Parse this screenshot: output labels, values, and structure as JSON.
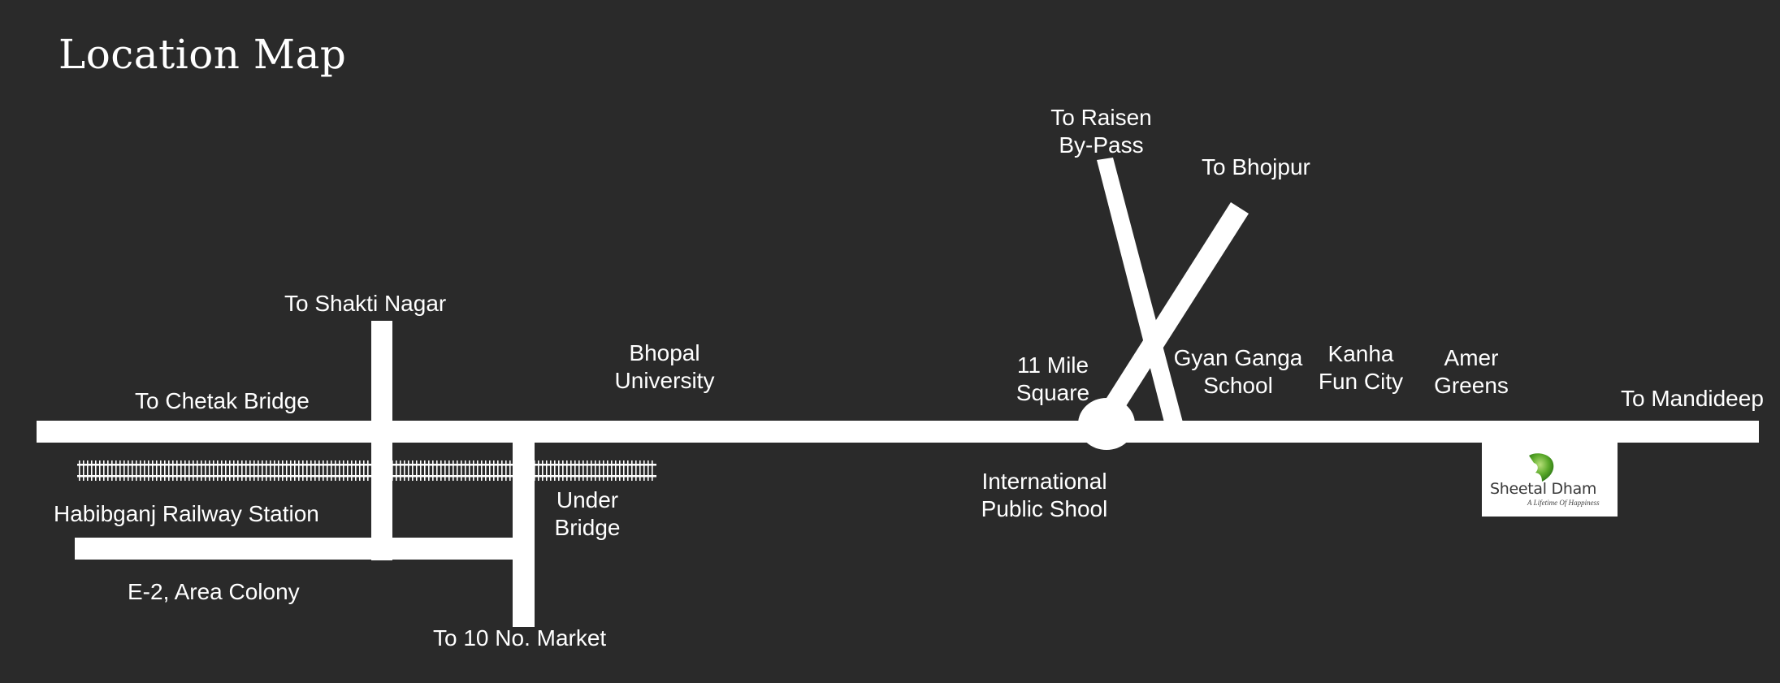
{
  "title": "Location Map",
  "colors": {
    "background": "#2a2a2a",
    "road": "#ffffff",
    "label": "#ffffff",
    "logo_leaf": "#5aa829"
  },
  "roads": [
    {
      "id": "main-road",
      "name": "Main Road (Chetak Bridge – Mandideep)"
    },
    {
      "id": "shakti-nagar-road",
      "name": "To Shakti Nagar"
    },
    {
      "id": "under-bridge-road",
      "name": "Under Bridge Road (To 10 No. Market)"
    },
    {
      "id": "area-colony-road",
      "name": "E-2 Area Colony Road"
    },
    {
      "id": "raisen-bypass-road",
      "name": "To Raisen By-Pass"
    },
    {
      "id": "bhojpur-road",
      "name": "To Bhojpur"
    }
  ],
  "railway": {
    "name": "Railway Line"
  },
  "roundabout": {
    "name": "11 Mile Square"
  },
  "labels": {
    "to_shakti_nagar": [
      "To Shakti Nagar"
    ],
    "to_chetak_bridge": [
      "To Chetak Bridge"
    ],
    "bhopal_university": [
      "Bhopal",
      "University"
    ],
    "habibganj_station": [
      "Habibganj Railway Station"
    ],
    "under_bridge": [
      "Under",
      "Bridge"
    ],
    "e2_area_colony": [
      "E-2, Area Colony"
    ],
    "to_10_no_market": [
      "To 10 No. Market"
    ],
    "to_raisen_bypass": [
      "To Raisen",
      "By-Pass"
    ],
    "to_bhojpur": [
      "To Bhojpur"
    ],
    "eleven_mile_square": [
      "11 Mile",
      "Square"
    ],
    "gyan_ganga_school": [
      "Gyan Ganga",
      "School"
    ],
    "kanha_fun_city": [
      "Kanha",
      "Fun City"
    ],
    "amer_greens": [
      "Amer",
      "Greens"
    ],
    "to_mandideep": [
      "To Mandideep"
    ],
    "international_public_school": [
      "International",
      "Public Shool"
    ]
  },
  "logo": {
    "name": "Sheetal Dham",
    "tagline": "A Lifetime Of Happiness",
    "icon": "leaf-icon"
  }
}
